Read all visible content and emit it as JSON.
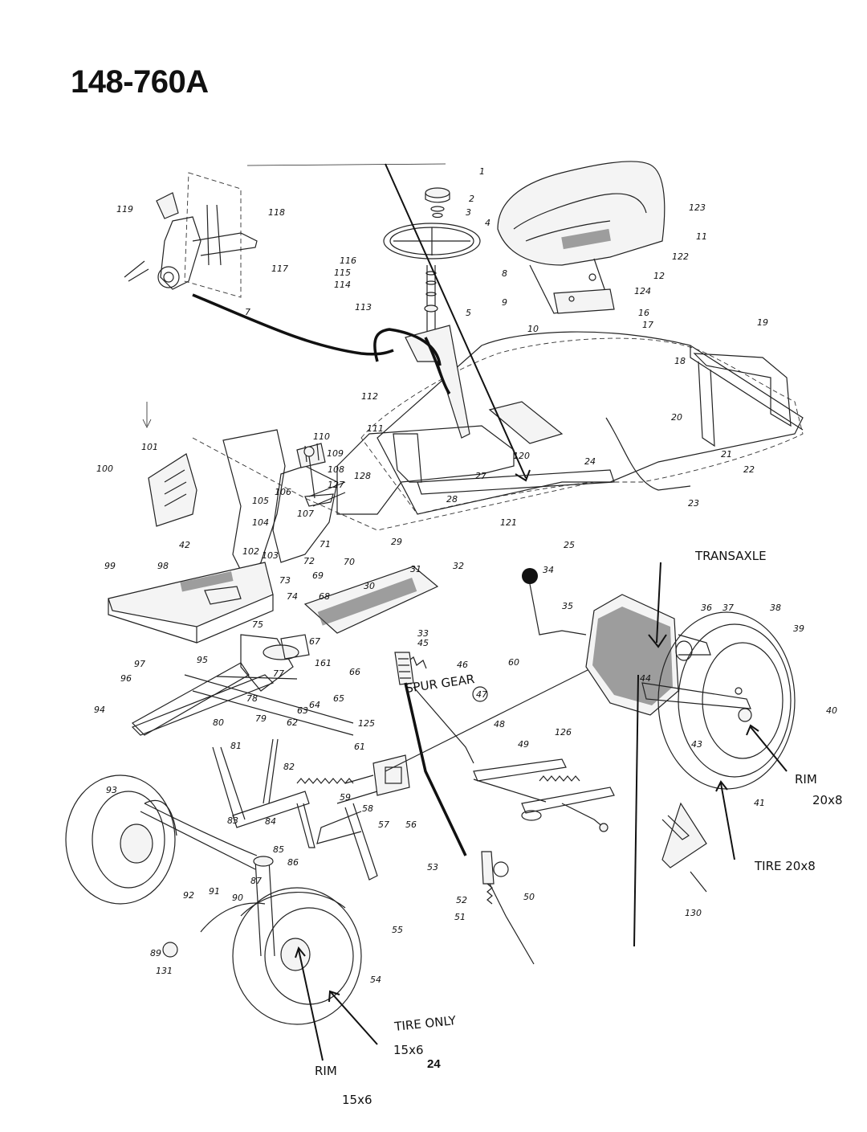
{
  "header": {
    "model_number": "148-760A"
  },
  "footer": {
    "page_number": "24"
  },
  "handwritten_notes": {
    "transaxle": "TRANSAXLE",
    "spur_gear": "SPUR GEAR",
    "rim_rear": "RIM",
    "rim_rear_size": "20x8",
    "tire_rear": "TIRE 20x8",
    "tire_only": "TIRE ONLY",
    "tire_only_size": "15x6",
    "rim_front": "RIM",
    "rim_front_size": "15x6"
  },
  "callouts": [
    "1",
    "2",
    "3",
    "4",
    "5",
    "7",
    "8",
    "9",
    "10",
    "11",
    "12",
    "16",
    "17",
    "18",
    "19",
    "20",
    "21",
    "22",
    "23",
    "24",
    "25",
    "27",
    "28",
    "29",
    "30",
    "31",
    "32",
    "33",
    "34",
    "35",
    "36",
    "37",
    "38",
    "39",
    "40",
    "41",
    "42",
    "43",
    "44",
    "45",
    "46",
    "47",
    "48",
    "49",
    "50",
    "51",
    "52",
    "53",
    "54",
    "55",
    "56",
    "57",
    "58",
    "59",
    "60",
    "61",
    "62",
    "63",
    "64",
    "65",
    "66",
    "67",
    "68",
    "69",
    "70",
    "71",
    "72",
    "73",
    "74",
    "75",
    "77",
    "78",
    "79",
    "80",
    "81",
    "82",
    "83",
    "84",
    "85",
    "86",
    "87",
    "89",
    "90",
    "91",
    "92",
    "93",
    "94",
    "95",
    "96",
    "97",
    "98",
    "99",
    "100",
    "101",
    "102",
    "103",
    "104",
    "105",
    "106",
    "107",
    "108",
    "109",
    "110",
    "111",
    "112",
    "113",
    "114",
    "115",
    "116",
    "117",
    "118",
    "119",
    "120",
    "121",
    "122",
    "123",
    "124",
    "125",
    "126",
    "127",
    "128",
    "130",
    "131",
    "161"
  ]
}
